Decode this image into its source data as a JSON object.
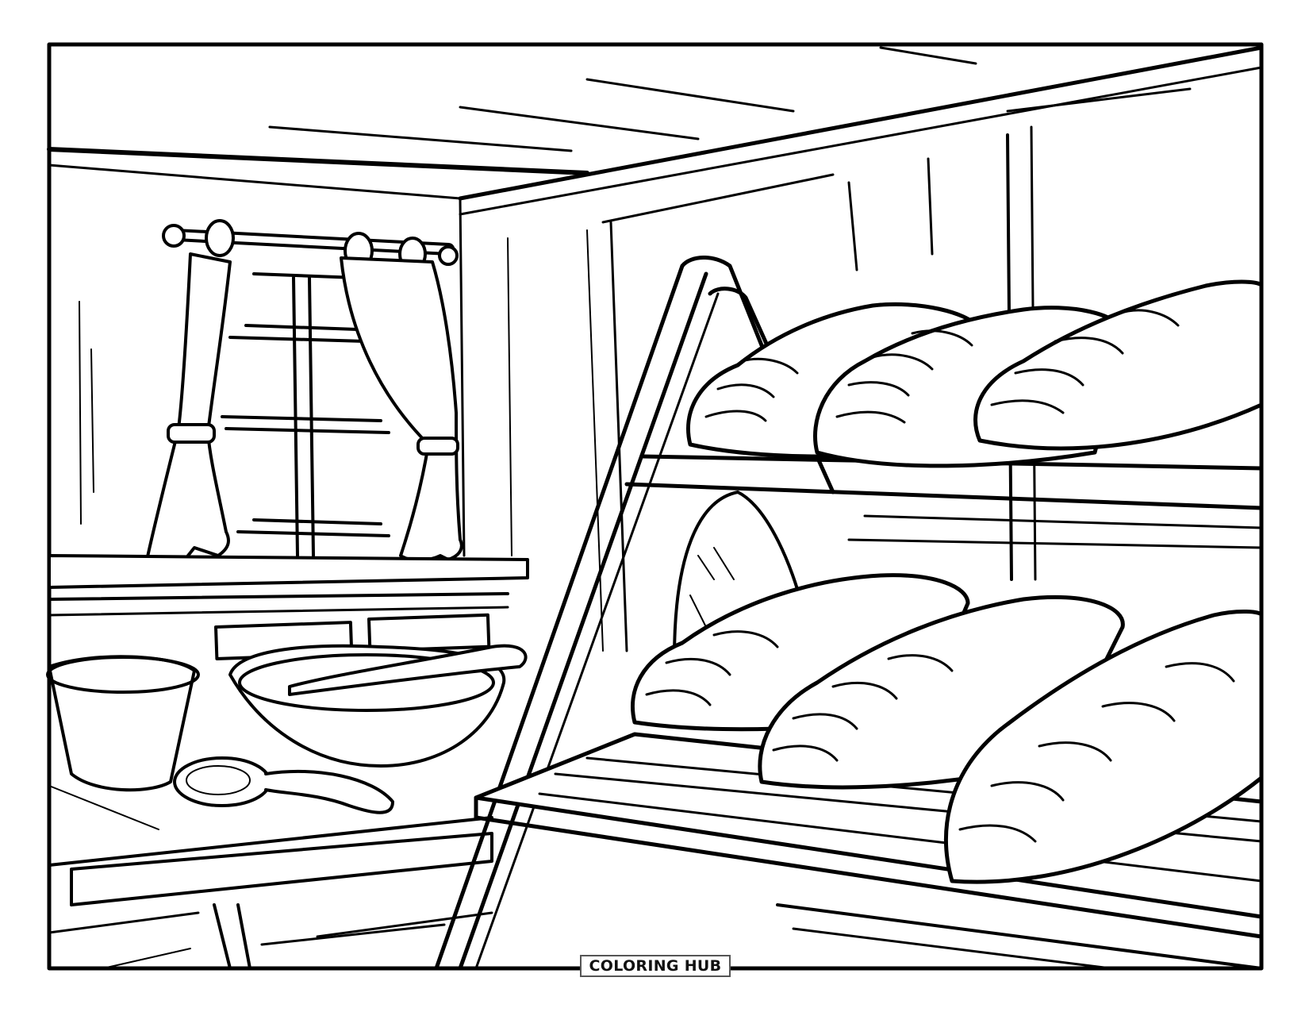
{
  "page": {
    "type": "coloring-page",
    "subject": "bakery kitchen with bread loaves on shelves, window with curtains, bowl, cup and spoon on table"
  },
  "logo": {
    "text": "COLORING HUB"
  },
  "colors": {
    "line": "#000000",
    "background": "#ffffff"
  }
}
